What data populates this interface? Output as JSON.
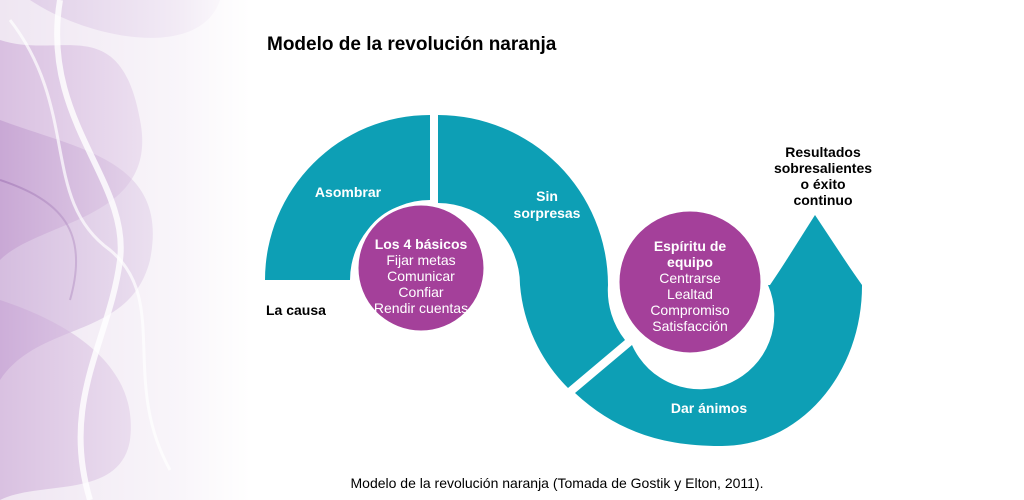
{
  "title": "Modelo de la revolución naranja",
  "caption": "Modelo de la revolución naranja (Tomada de Gostik y Elton, 2011).",
  "colors": {
    "teal": "#0d9fb5",
    "purple": "#a4409a",
    "white": "#ffffff"
  },
  "labels": {
    "asombrar": "Asombrar",
    "sin": "Sin",
    "sorpresas": "sorpresas",
    "dar_animos": "Dar ánimos",
    "la_causa": "La causa",
    "resultados": [
      "Resultados",
      "sobresalientes",
      "o éxito",
      "continuo"
    ]
  },
  "circle_left": {
    "heading": "Los 4 básicos",
    "items": [
      "Fijar metas",
      "Comunicar",
      "Confiar",
      "Rendir cuentas"
    ]
  },
  "circle_right": {
    "heading": [
      "Espíritu de",
      "equipo"
    ],
    "items": [
      "Centrarse",
      "Lealtad",
      "Compromiso",
      "Satisfacción"
    ]
  }
}
